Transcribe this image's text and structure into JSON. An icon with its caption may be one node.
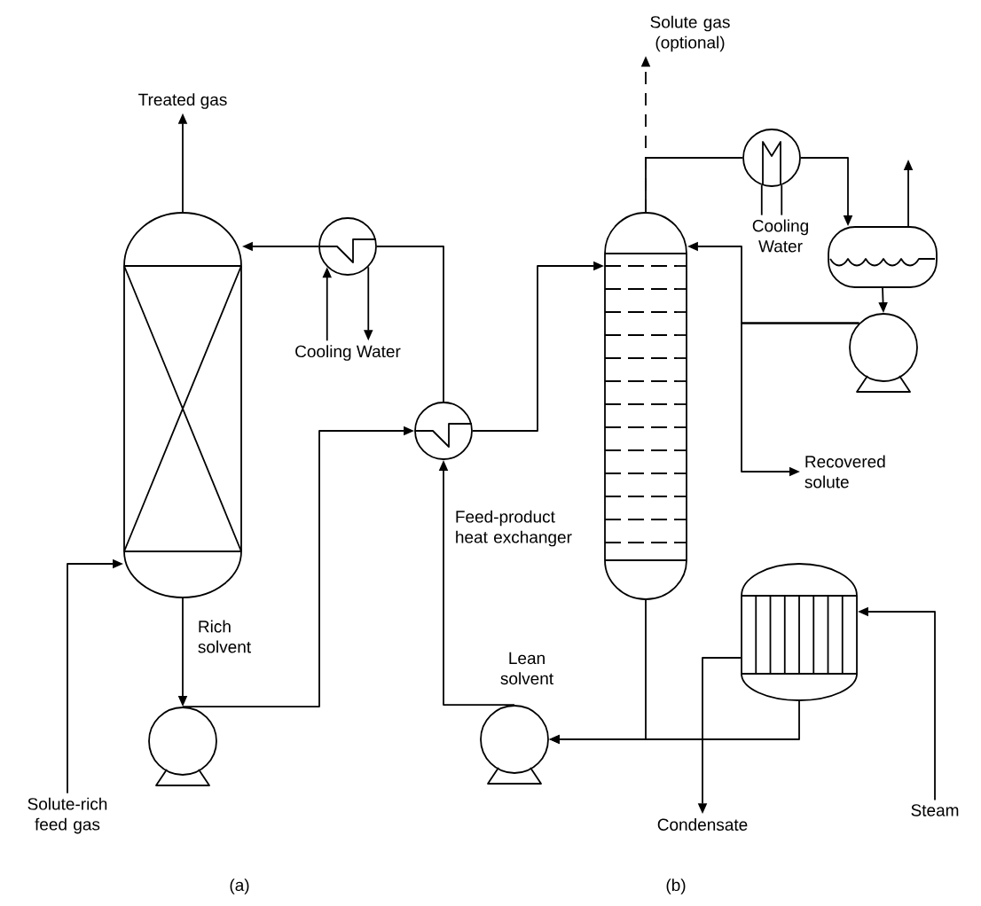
{
  "diagram": {
    "nodes": [
      {
        "text": [],
        "shape": "column"
      },
      {
        "text": [
          "Treated gas"
        ]
      },
      {
        "text": [],
        "shape": "circle"
      },
      {
        "text": [
          "Cooling Water"
        ]
      },
      {
        "text": [],
        "shape": "circle",
        "beside": [
          "Feed-product heat exchanger"
        ]
      },
      {
        "text": [],
        "shape": "pump"
      },
      {
        "text": [
          "Solute-rich feed gas"
        ]
      },
      {
        "text": [],
        "shape": "column"
      },
      {
        "text": [
          "Solute gas (optional)"
        ]
      },
      {
        "text": [],
        "shape": "circle"
      },
      {
        "text": [
          "Cooling Water"
        ]
      },
      {
        "text": [],
        "shape": "drum"
      },
      {
        "text": [],
        "shape": "pump"
      },
      {
        "text": [
          "Recovered solute"
        ]
      },
      {
        "text": [],
        "shape": "drum"
      },
      {
        "text": [
          "Steam"
        ]
      },
      {
        "text": [
          "Condensate"
        ]
      },
      {
        "text": [],
        "shape": "pump"
      }
    ],
    "edges": [
      {
        "from": 0,
        "to": 1,
        "arrow": "to"
      },
      {
        "from": 6,
        "to": 0,
        "arrow": "to"
      },
      {
        "from": 0,
        "to": 5,
        "arrow": "to",
        "label": "Rich solvent"
      },
      {
        "from": 5,
        "to": 4,
        "arrow": "to"
      },
      {
        "from": 4,
        "to": 2,
        "arrow": "none"
      },
      {
        "from": 2,
        "to": 0,
        "arrow": "to"
      },
      {
        "from": 3,
        "to": 2,
        "arrow": "to"
      },
      {
        "from": 2,
        "to": 3,
        "arrow": "to"
      },
      {
        "from": 4,
        "to": 7,
        "arrow": "to"
      },
      {
        "from": 7,
        "to": 8,
        "arrow": "to",
        "style": "dashed"
      },
      {
        "from": 7,
        "to": 9,
        "arrow": "none"
      },
      {
        "from": 9,
        "to": 11,
        "arrow": "to"
      },
      {
        "from": 9,
        "to": 10,
        "arrow": "none"
      },
      {
        "from": 10,
        "to": 9,
        "arrow": "none"
      },
      {
        "from": 11,
        "to": null,
        "arrow": "to"
      },
      {
        "from": 11,
        "to": 12,
        "arrow": "to"
      },
      {
        "from": 12,
        "to": 7,
        "arrow": "to"
      },
      {
        "from": 12,
        "to": 13,
        "arrow": "to"
      },
      {
        "from": 7,
        "to": 17,
        "arrow": "to"
      },
      {
        "from": 14,
        "to": 17,
        "arrow": "to"
      },
      {
        "from": 14,
        "to": 16,
        "arrow": "to"
      },
      {
        "from": 15,
        "to": 14,
        "arrow": "to"
      },
      {
        "from": 17,
        "to": 4,
        "arrow": "to",
        "label": "Lean solvent"
      }
    ],
    "labels": [
      "(a)",
      "(b)"
    ]
  }
}
